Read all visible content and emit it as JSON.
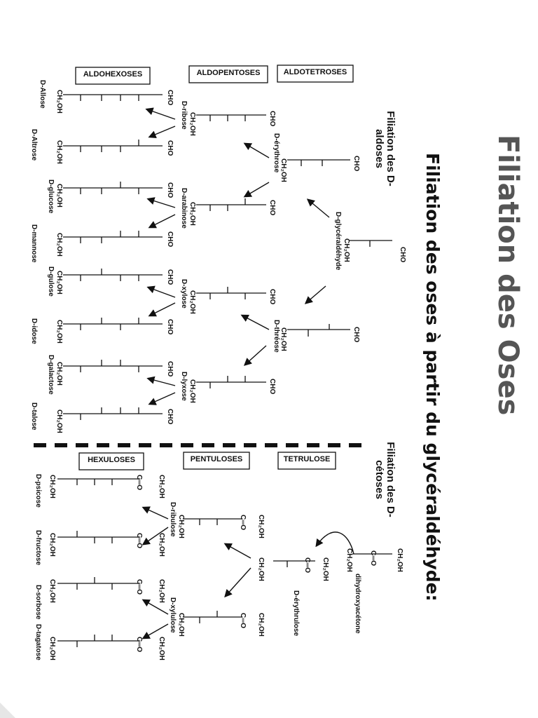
{
  "title": "Filiation des Oses",
  "subtitle": "Filiation des oses à partir du glycéraldéhyde:",
  "aldoses": {
    "heading": "Filiation des D-aldoses",
    "groups": [
      "ALDOTETROSES",
      "ALDOPENTOSES",
      "ALDOHEXOSES"
    ],
    "glyceraldehyde": "D-glycéraldéhyde",
    "tetroses": [
      "D-érythrose",
      "D-thréose"
    ],
    "pentoses": [
      "D-ribose",
      "D-arabinose",
      "D-xylose",
      "D-lyxose"
    ],
    "hexoses": [
      "D-Allose",
      "D-Altrose",
      "D-glucose",
      "D-mannose",
      "D-gulose",
      "D-idose",
      "D-galactose",
      "D-talose"
    ]
  },
  "cetoses": {
    "heading": "Filiation des D-cétoses",
    "groups": [
      "TETRULOSE",
      "PENTULOSES",
      "HEXULOSES"
    ],
    "start": "dihydroxyacétone",
    "tetrulose": "D-érythrulose",
    "pentuloses": [
      "D-ribulose",
      "D-xylulose"
    ],
    "hexuloses": [
      "D-psicose",
      "D-fructose",
      "D-sorbose",
      "D-tagatose"
    ]
  },
  "chem": {
    "cho": "CHO",
    "ch2oh": "CH₂OH",
    "co": "C═O"
  }
}
